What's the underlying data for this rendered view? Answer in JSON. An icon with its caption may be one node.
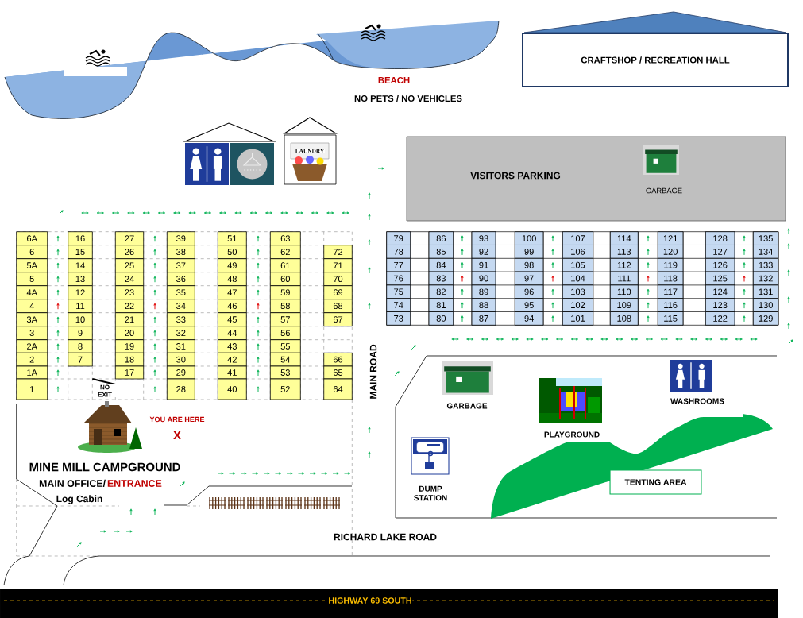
{
  "diagram": {
    "nodes": [
      {
        "text": [
          "CRAFTSHOP / RECREATION HALL"
        ]
      },
      {
        "text": [
          "VISITORS PARKING",
          "GARBAGE"
        ]
      },
      {
        "text": [
          "6A"
        ]
      },
      {
        "text": [
          "16"
        ]
      },
      {
        "text": [
          "27"
        ]
      },
      {
        "text": [
          "39"
        ]
      },
      {
        "text": [
          "51"
        ]
      },
      {
        "text": [
          "63"
        ]
      },
      {
        "text": [
          "6"
        ]
      },
      {
        "text": [
          "15"
        ]
      },
      {
        "text": [
          "26"
        ]
      },
      {
        "text": [
          "38"
        ]
      },
      {
        "text": [
          "50"
        ]
      },
      {
        "text": [
          "62"
        ]
      },
      {
        "text": [
          "72"
        ]
      },
      {
        "text": [
          "5A"
        ]
      },
      {
        "text": [
          "14"
        ]
      },
      {
        "text": [
          "25"
        ]
      },
      {
        "text": [
          "37"
        ]
      },
      {
        "text": [
          "49"
        ]
      },
      {
        "text": [
          "61"
        ]
      },
      {
        "text": [
          "71"
        ]
      },
      {
        "text": [
          "5"
        ]
      },
      {
        "text": [
          "13"
        ]
      },
      {
        "text": [
          "24"
        ]
      },
      {
        "text": [
          "36"
        ]
      },
      {
        "text": [
          "48"
        ]
      },
      {
        "text": [
          "60"
        ]
      },
      {
        "text": [
          "70"
        ]
      },
      {
        "text": [
          "4A"
        ]
      },
      {
        "text": [
          "12"
        ]
      },
      {
        "text": [
          "23"
        ]
      },
      {
        "text": [
          "35"
        ]
      },
      {
        "text": [
          "47"
        ]
      },
      {
        "text": [
          "59"
        ]
      },
      {
        "text": [
          "69"
        ]
      },
      {
        "text": [
          "4"
        ]
      },
      {
        "text": [
          "11"
        ]
      },
      {
        "text": [
          "22"
        ]
      },
      {
        "text": [
          "34"
        ]
      },
      {
        "text": [
          "46"
        ]
      },
      {
        "text": [
          "58"
        ]
      },
      {
        "text": [
          "68"
        ]
      },
      {
        "text": [
          "3A"
        ]
      },
      {
        "text": [
          "10"
        ]
      },
      {
        "text": [
          "21"
        ]
      },
      {
        "text": [
          "33"
        ]
      },
      {
        "text": [
          "45"
        ]
      },
      {
        "text": [
          "57"
        ]
      },
      {
        "text": [
          "67"
        ]
      },
      {
        "text": [
          "3"
        ]
      },
      {
        "text": [
          "9"
        ]
      },
      {
        "text": [
          "20"
        ]
      },
      {
        "text": [
          "32"
        ]
      },
      {
        "text": [
          "44"
        ]
      },
      {
        "text": [
          "56"
        ]
      },
      {
        "text": [
          "2A"
        ]
      },
      {
        "text": [
          "8"
        ]
      },
      {
        "text": [
          "19"
        ]
      },
      {
        "text": [
          "31"
        ]
      },
      {
        "text": [
          "43"
        ]
      },
      {
        "text": [
          "55"
        ]
      },
      {
        "text": [
          "2"
        ]
      },
      {
        "text": [
          "7"
        ]
      },
      {
        "text": [
          "18"
        ]
      },
      {
        "text": [
          "30"
        ]
      },
      {
        "text": [
          "42"
        ]
      },
      {
        "text": [
          "54"
        ]
      },
      {
        "text": [
          "66"
        ]
      },
      {
        "text": [
          "1A"
        ]
      },
      {
        "text": [
          "17"
        ]
      },
      {
        "text": [
          "29"
        ]
      },
      {
        "text": [
          "41"
        ]
      },
      {
        "text": [
          "53"
        ]
      },
      {
        "text": [
          "65"
        ]
      },
      {
        "text": [
          "1"
        ]
      },
      {
        "text": [
          "28"
        ]
      },
      {
        "text": [
          "40"
        ]
      },
      {
        "text": [
          "52"
        ]
      },
      {
        "text": [
          "64"
        ]
      },
      {
        "text": [
          "79"
        ]
      },
      {
        "text": [
          "86"
        ]
      },
      {
        "text": [
          "93"
        ]
      },
      {
        "text": [
          "100"
        ]
      },
      {
        "text": [
          "107"
        ]
      },
      {
        "text": [
          "114"
        ]
      },
      {
        "text": [
          "121"
        ]
      },
      {
        "text": [
          "128"
        ]
      },
      {
        "text": [
          "135"
        ]
      },
      {
        "text": [
          "78"
        ]
      },
      {
        "text": [
          "85"
        ]
      },
      {
        "text": [
          "92"
        ]
      },
      {
        "text": [
          "99"
        ]
      },
      {
        "text": [
          "106"
        ]
      },
      {
        "text": [
          "113"
        ]
      },
      {
        "text": [
          "120"
        ]
      },
      {
        "text": [
          "127"
        ]
      },
      {
        "text": [
          "134"
        ]
      },
      {
        "text": [
          "77"
        ]
      },
      {
        "text": [
          "84"
        ]
      },
      {
        "text": [
          "91"
        ]
      },
      {
        "text": [
          "98"
        ]
      },
      {
        "text": [
          "105"
        ]
      },
      {
        "text": [
          "112"
        ]
      },
      {
        "text": [
          "119"
        ]
      },
      {
        "text": [
          "126"
        ]
      },
      {
        "text": [
          "133"
        ]
      },
      {
        "text": [
          "76"
        ]
      },
      {
        "text": [
          "83"
        ]
      },
      {
        "text": [
          "90"
        ]
      },
      {
        "text": [
          "97"
        ]
      },
      {
        "text": [
          "104"
        ]
      },
      {
        "text": [
          "111"
        ]
      },
      {
        "text": [
          "118"
        ]
      },
      {
        "text": [
          "125"
        ]
      },
      {
        "text": [
          "132"
        ]
      },
      {
        "text": [
          "75"
        ]
      },
      {
        "text": [
          "82"
        ]
      },
      {
        "text": [
          "89"
        ]
      },
      {
        "text": [
          "96"
        ]
      },
      {
        "text": [
          "103"
        ]
      },
      {
        "text": [
          "110"
        ]
      },
      {
        "text": [
          "117"
        ]
      },
      {
        "text": [
          "124"
        ]
      },
      {
        "text": [
          "131"
        ]
      },
      {
        "text": [
          "74"
        ]
      },
      {
        "text": [
          "81"
        ]
      },
      {
        "text": [
          "88"
        ]
      },
      {
        "text": [
          "95"
        ]
      },
      {
        "text": [
          "102"
        ]
      },
      {
        "text": [
          "109"
        ]
      },
      {
        "text": [
          "116"
        ]
      },
      {
        "text": [
          "123"
        ]
      },
      {
        "text": [
          "130"
        ]
      },
      {
        "text": [
          "73"
        ]
      },
      {
        "text": [
          "80"
        ]
      },
      {
        "text": [
          "87"
        ]
      },
      {
        "text": [
          "94"
        ]
      },
      {
        "text": [
          "101"
        ]
      },
      {
        "text": [
          "108"
        ]
      },
      {
        "text": [
          "115"
        ]
      },
      {
        "text": [
          "122"
        ]
      },
      {
        "text": [
          "129"
        ]
      },
      {
        "text": [
          "TENTING AREA"
        ]
      }
    ],
    "labels": [
      "BEACH",
      "NO PETS / NO VEHICLES",
      "LAUNDRY",
      "NO EXIT",
      "MAIN ROAD",
      "GARBAGE",
      "WASHROOMS",
      "YOU ARE HERE",
      "PLAYGROUND",
      "X",
      "MINE MILL CAMPGROUND",
      "MAIN OFFICE/",
      "ENTRANCE",
      "DUMP STATION",
      "Log Cabin",
      "RICHARD LAKE ROAD",
      "HIGHWAY 69 SOUTH"
    ]
  }
}
